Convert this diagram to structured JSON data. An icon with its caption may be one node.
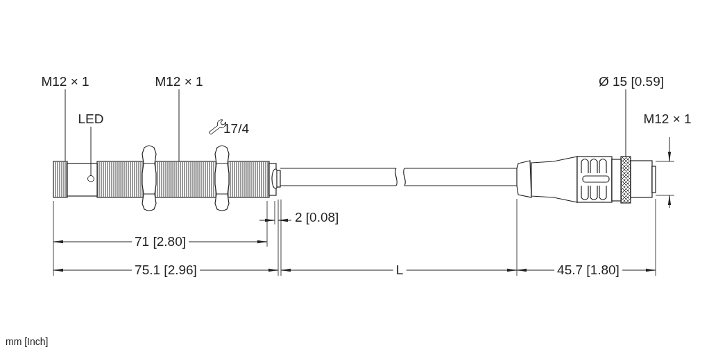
{
  "diagram": {
    "nodes": [
      {
        "text": [
          "M12 × 1"
        ]
      },
      {
        "text": [
          "LED"
        ]
      },
      {
        "text": [
          "M12 × 1"
        ]
      },
      {
        "text": [
          "Ø 15 [0.59]"
        ]
      },
      {
        "text": [],
        "shape": "box"
      },
      {
        "text": [],
        "shape": "circle"
      },
      {
        "text": [],
        "shape": "box"
      },
      {
        "text": [],
        "shape": "box"
      }
    ],
    "edges": [
      {
        "from": 0,
        "to": 4,
        "arrow": "none"
      },
      {
        "from": 1,
        "to": 5,
        "arrow": "none"
      },
      {
        "from": 2,
        "to": 6,
        "arrow": "none"
      },
      {
        "from": 3,
        "to": 7,
        "arrow": "none"
      }
    ],
    "labels": [
      "17/4",
      "M12 × 1",
      "2 [0.08]",
      "71 [2.80]",
      "75.1 [2.96]",
      "L",
      "45.7 [1.80]",
      "mm [Inch]"
    ]
  }
}
